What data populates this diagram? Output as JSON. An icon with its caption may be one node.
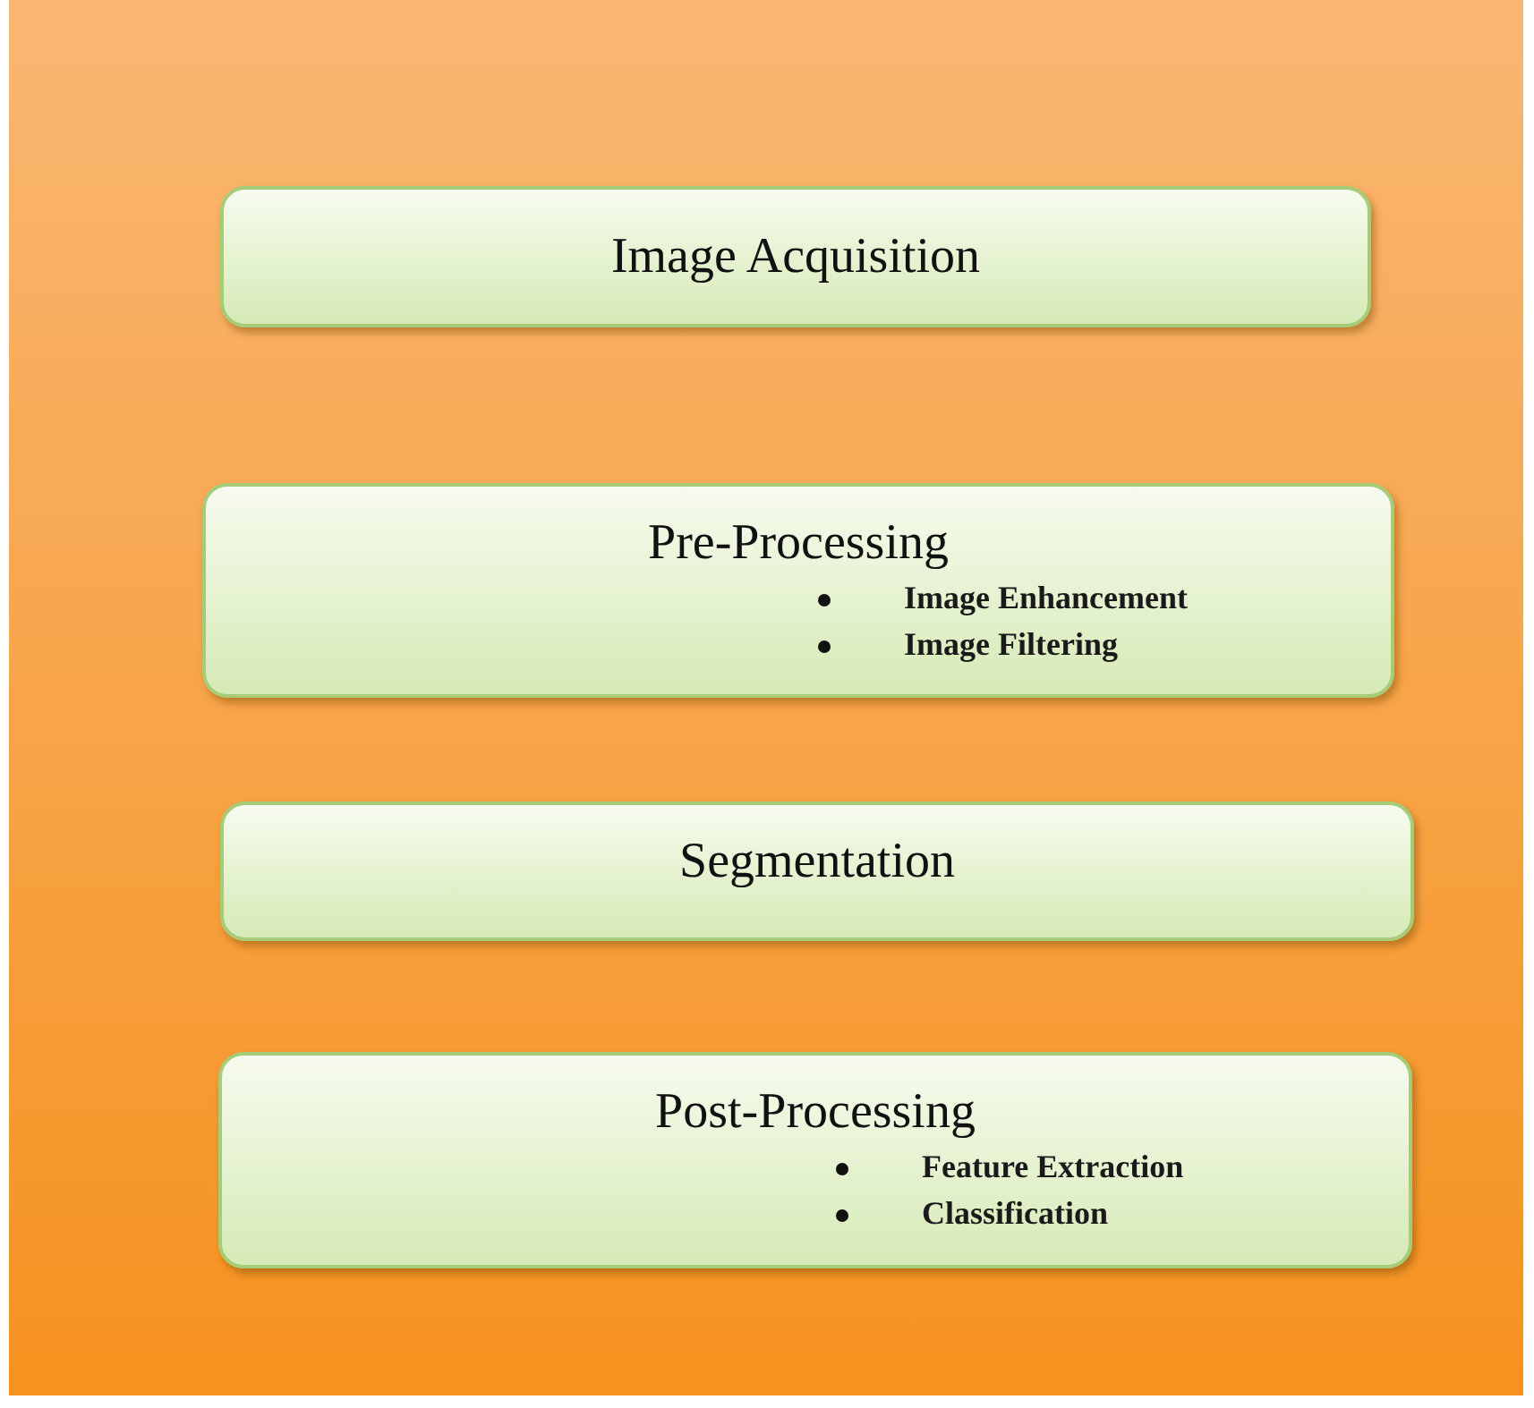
{
  "diagram": {
    "nodes": [
      {
        "text": [
          "Image Acquisition"
        ]
      },
      {
        "text": [
          "Pre-Processing",
          "Image Enhancement",
          "Image Filtering"
        ]
      },
      {
        "text": [
          "Segmentation"
        ]
      },
      {
        "text": [
          "Post-Processing",
          "Feature Extraction",
          "Classification"
        ]
      }
    ]
  }
}
